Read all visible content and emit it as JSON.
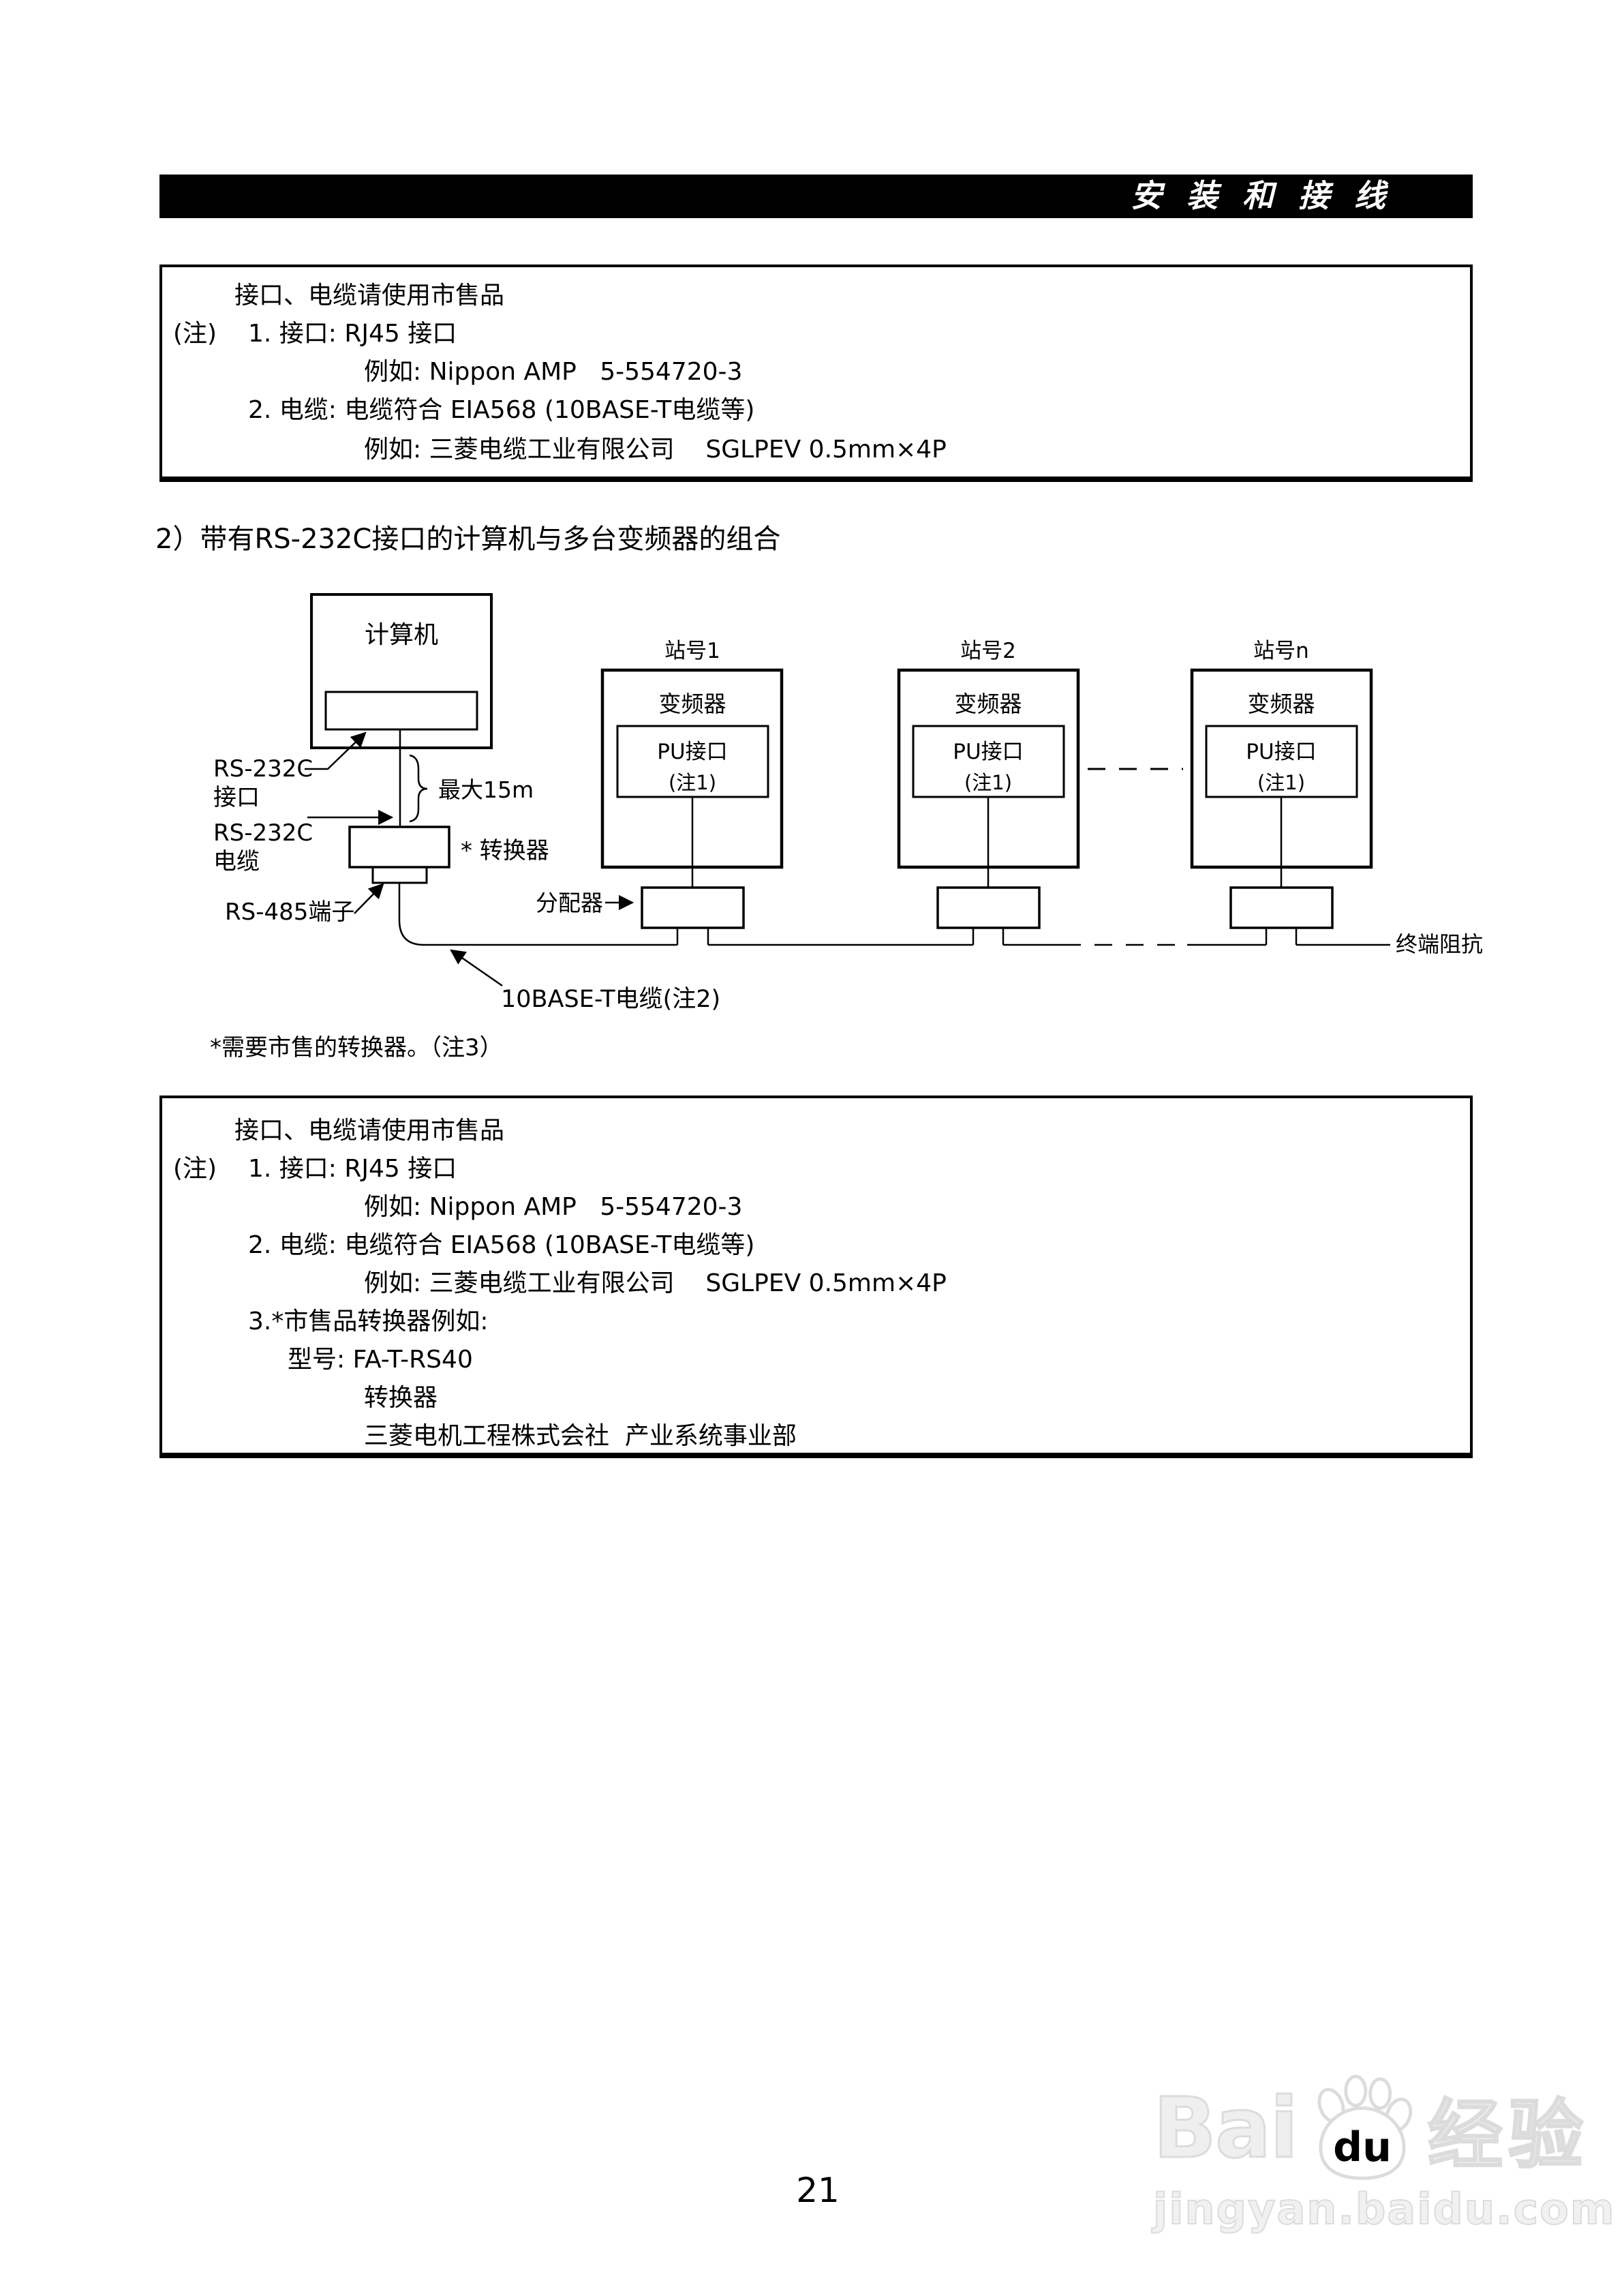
{
  "page": {
    "background": "#ffffff",
    "number": "21"
  },
  "header": {
    "title": "安 装 和 接 线",
    "bar_color": "#000000",
    "text_color": "#ffffff"
  },
  "section_heading": "2）带有RS-232C接口的计算机与多台变频器的组合",
  "note_box_top": {
    "title": "接口、电缆请使用市售品",
    "note_label": "(注)",
    "item1": "1. 接口: RJ45 接口",
    "item1_example": "例如: Nippon AMP   5-554720-3",
    "item2": "2. 电缆: 电缆符合 EIA568 (10BASE-T电缆等)",
    "item2_example": "例如: 三菱电缆工业有限公司    SGLPEV 0.5mm×4P"
  },
  "diagram": {
    "computer_label": "计算机",
    "rs232c_port_label": [
      "RS-232C",
      "接口"
    ],
    "rs232c_cable_label": [
      "RS-232C",
      "电缆"
    ],
    "max_length_label": "最大15m",
    "converter_label": "* 转换器",
    "rs485_terminal_label": "RS-485端子",
    "distributor_label": "分配器",
    "tbase_cable_label": "10BASE-T电缆(注2)",
    "terminator_label": "终端阻抗",
    "converter_footnote": "*需要市售的转换器。（注3）",
    "stations": [
      {
        "station": "站号1",
        "device": "变频器",
        "port": "PU接口",
        "port_note": "(注1)"
      },
      {
        "station": "站号2",
        "device": "变频器",
        "port": "PU接口",
        "port_note": "(注1)"
      },
      {
        "station": "站号n",
        "device": "变频器",
        "port": "PU接口",
        "port_note": "(注1)"
      }
    ]
  },
  "note_box_bottom": {
    "title": "接口、电缆请使用市售品",
    "note_label": "(注)",
    "item1": "1. 接口: RJ45 接口",
    "item1_example": "例如: Nippon AMP   5-554720-3",
    "item2": "2. 电缆: 电缆符合 EIA568 (10BASE-T电缆等)",
    "item2_example": "例如: 三菱电缆工业有限公司    SGLPEV 0.5mm×4P",
    "item3": "3.*市售品转换器例如:",
    "item3_model": "型号: FA-T-RS40",
    "item3_device": "转换器",
    "item3_company": "三菱电机工程株式会社  产业系统事业部"
  },
  "watermark": {
    "brand_latin": "Bai",
    "brand_paw_text": "du",
    "brand_cn": "经验",
    "url": "jingyan.baidu.com",
    "color": "#dcdcdc"
  }
}
